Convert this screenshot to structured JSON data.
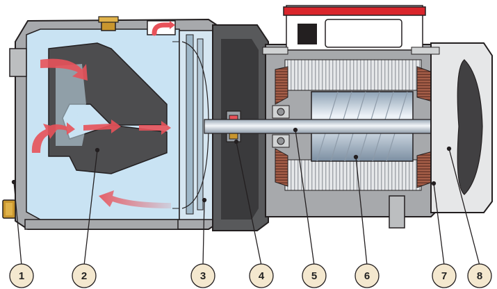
{
  "callouts": [
    {
      "number": "1"
    },
    {
      "number": "2"
    },
    {
      "number": "3"
    },
    {
      "number": "4"
    },
    {
      "number": "5"
    },
    {
      "number": "6"
    },
    {
      "number": "7"
    },
    {
      "number": "8"
    }
  ],
  "colors": {
    "housing_gray": "#a7a9ac",
    "housing_dark": "#6d6e71",
    "outline": "#231f20",
    "water_blue": "#c9e3f3",
    "flow_red": "#e8525a",
    "copper_winding": "#8a4b3c",
    "stator_steel": "#cfd2d6",
    "capacitor_red": "#d9262c",
    "callout_fill": "#f4e8cf",
    "shaft_light": "#dfe6ee"
  }
}
